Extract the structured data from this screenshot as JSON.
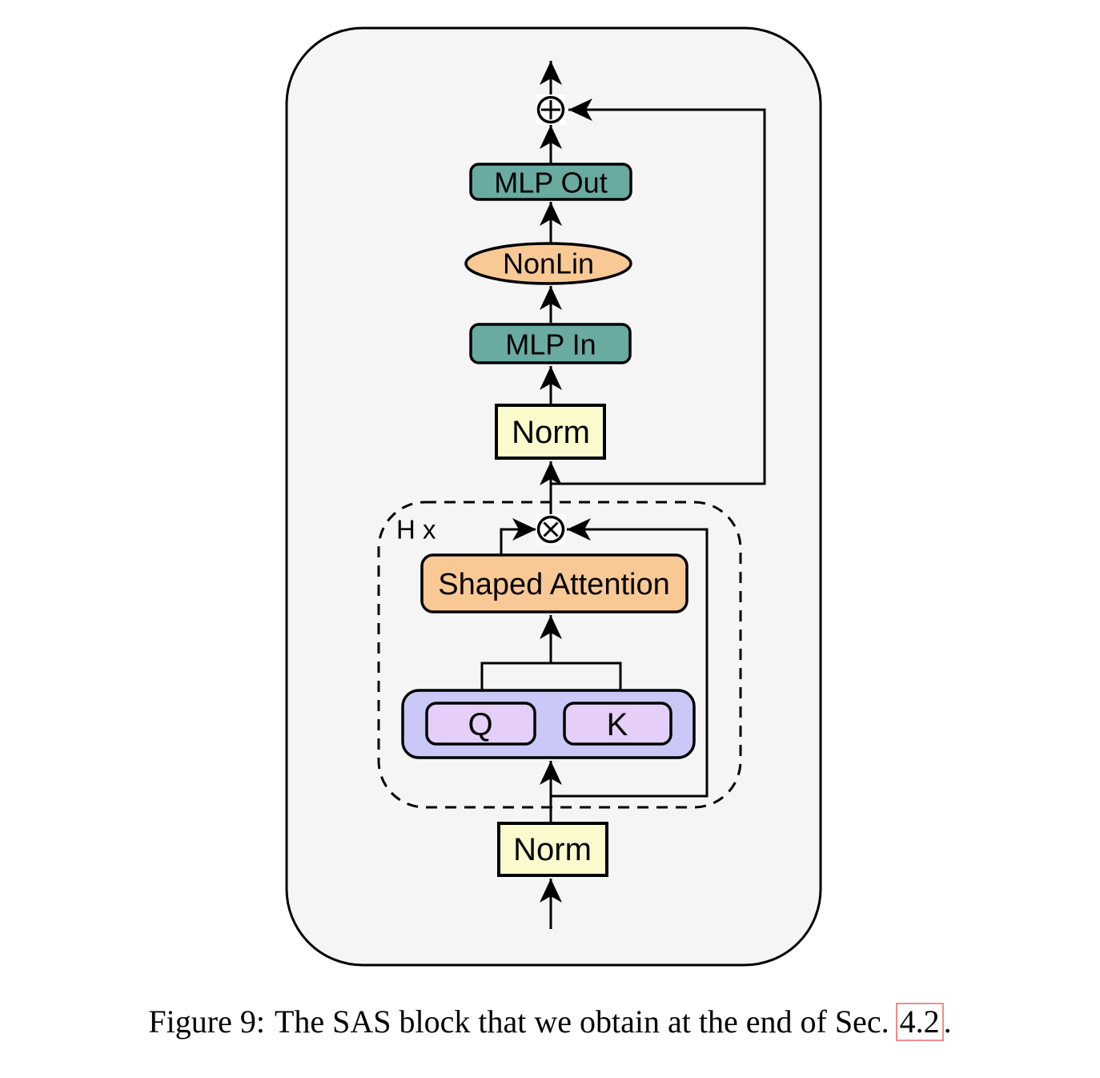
{
  "diagram": {
    "blocks": {
      "mlp_out": "MLP Out",
      "nonlin": "NonLin",
      "mlp_in": "MLP In",
      "norm_upper": "Norm",
      "heads_multiplier": "H x",
      "shaped_attention": "Shaped Attention",
      "query": "Q",
      "key": "K",
      "norm_lower": "Norm"
    },
    "operators": {
      "residual_add": "circle-plus",
      "head_multiply": "circle-times"
    },
    "colors": {
      "canvas": "#ffffff",
      "container_fill": "#f5f5f5",
      "mlp_fill": "#69aaa1",
      "accent_orange": "#f9c995",
      "norm_fill": "#fafacd",
      "qk_group_fill": "#c9c8f7",
      "qk_fill": "#e5cef7",
      "line": "#000000",
      "link_box": "#f08d8d"
    }
  },
  "caption": {
    "label": "Figure 9:",
    "body": "The SAS block that we obtain at the end of Sec.",
    "link": "4.2",
    "suffix": "."
  }
}
